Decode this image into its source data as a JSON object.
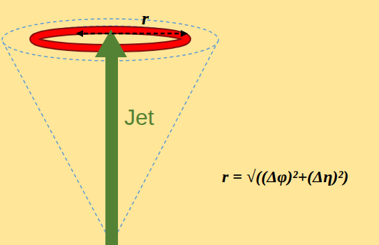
{
  "diagram": {
    "labels": [
      "r",
      "Jet",
      "r = √((Δφ)²+(Δη)²)"
    ]
  }
}
